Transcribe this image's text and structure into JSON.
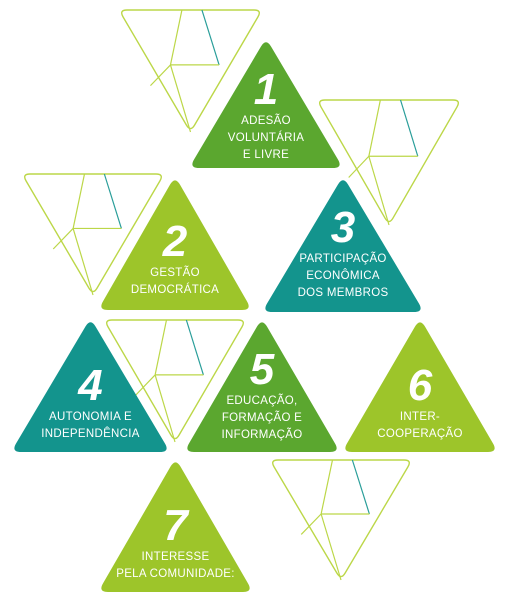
{
  "colors": {
    "dark_green": "#5ba72f",
    "teal": "#13948d",
    "lime": "#9dc52a",
    "outline_lime": "#bcd748",
    "outline_teal": "#2a9e9a"
  },
  "principles": [
    {
      "number": "1",
      "lines": [
        "ADESÃO",
        "VOLUNTÁRIA",
        "E LIVRE"
      ],
      "color": "dark_green"
    },
    {
      "number": "2",
      "lines": [
        "GESTÃO",
        "DEMOCRÁTICA"
      ],
      "color": "lime"
    },
    {
      "number": "3",
      "lines": [
        "PARTICIPAÇÃO",
        "ECONÔMICA",
        "DOS MEMBROS"
      ],
      "color": "teal"
    },
    {
      "number": "4",
      "lines": [
        "AUTONOMIA E",
        "INDEPENDÊNCIA"
      ],
      "color": "teal"
    },
    {
      "number": "5",
      "lines": [
        "EDUCAÇÃO,",
        "FORMAÇÃO E",
        "INFORMAÇÃO"
      ],
      "color": "dark_green"
    },
    {
      "number": "6",
      "lines": [
        "INTER-",
        "COOPERAÇÃO"
      ],
      "color": "lime"
    },
    {
      "number": "7",
      "lines": [
        "INTERESSE",
        "PELA COMUNIDADE:"
      ],
      "color": "lime"
    }
  ]
}
